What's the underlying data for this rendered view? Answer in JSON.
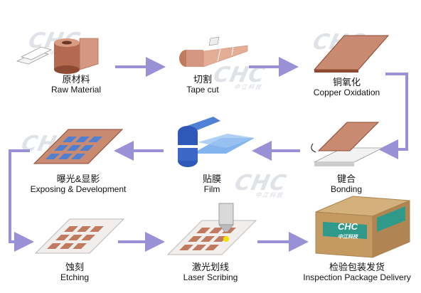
{
  "watermark": {
    "logo": "CHC",
    "tagline": "中江科技"
  },
  "colors": {
    "arrow": "#9a90d6",
    "copper": "#c98a72",
    "copper_dark": "#8e4a33",
    "blue": "#2e59b8",
    "film": "#6fa7ea"
  },
  "steps": [
    {
      "zh": "原材料",
      "en": "Raw Material",
      "icon": "raw-material-icon"
    },
    {
      "zh": "切割",
      "en": "Tape cut",
      "icon": "tape-cut-icon"
    },
    {
      "zh": "铜氧化",
      "en": "Copper Oxidation",
      "icon": "copper-oxidation-icon"
    },
    {
      "zh": "键合",
      "en": "Bonding",
      "icon": "bonding-icon"
    },
    {
      "zh": "贴膜",
      "en": "Film",
      "icon": "film-icon"
    },
    {
      "zh": "曝光&显影",
      "en": "Exposing & Development",
      "icon": "exposing-icon"
    },
    {
      "zh": "蚀刻",
      "en": "Etching",
      "icon": "etching-icon"
    },
    {
      "zh": "激光划线",
      "en": "Laser Scribing",
      "icon": "laser-scribing-icon"
    },
    {
      "zh": "检验包装发货",
      "en": "Inspection Package Delivery",
      "icon": "package-box-icon"
    }
  ],
  "box_label": "CHC",
  "box_sub": "中江科技"
}
